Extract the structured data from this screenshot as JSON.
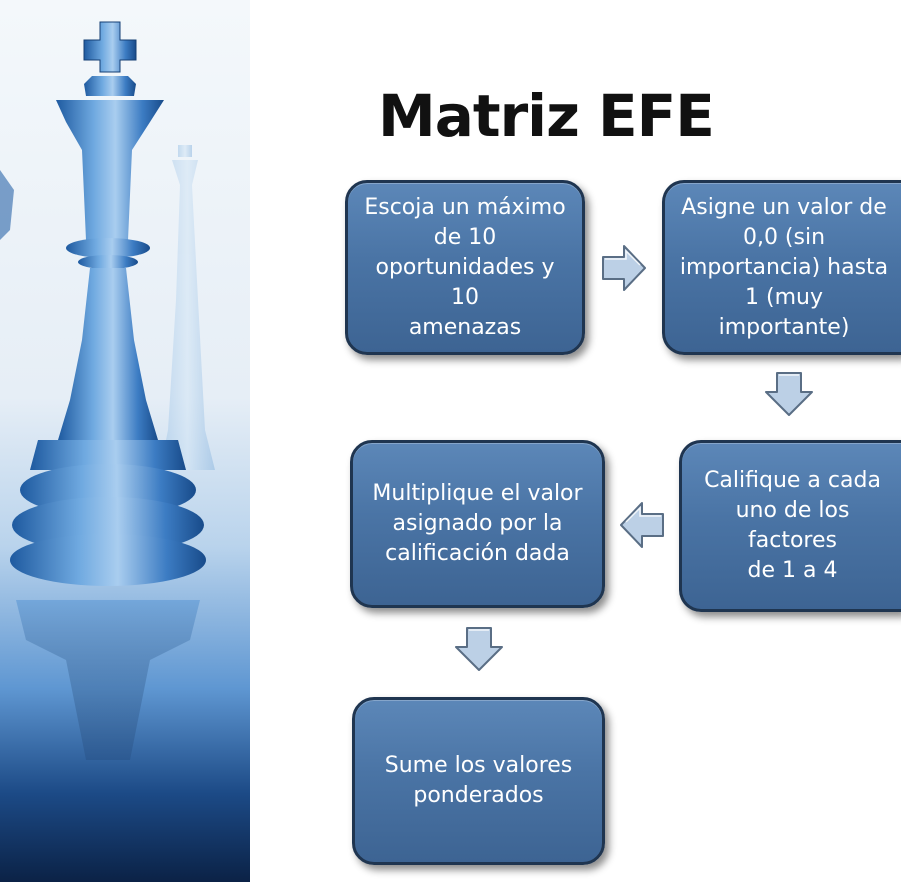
{
  "title": "Matriz EFE",
  "steps": [
    {
      "lines": [
        "Escoja un máximo",
        "de 10",
        "oportunidades y 10",
        "amenazas"
      ]
    },
    {
      "lines": [
        "Asigne un valor de",
        "0,0 (sin",
        "importancia) hasta",
        "1 (muy importante)"
      ]
    },
    {
      "lines": [
        "Califique a cada",
        "uno de los factores",
        "de 1 a 4"
      ]
    },
    {
      "lines": [
        "Multiplique el valor",
        "asignado por la",
        "calificación dada"
      ]
    },
    {
      "lines": [
        "Sume los valores",
        "ponderados"
      ]
    }
  ],
  "colors": {
    "box_fill": "#4a74a5",
    "box_border": "#1f3550",
    "arrow_fill": "#bcd0e6",
    "arrow_stroke": "#5a6e85"
  },
  "image": {
    "subject": "chess-king-piece"
  }
}
